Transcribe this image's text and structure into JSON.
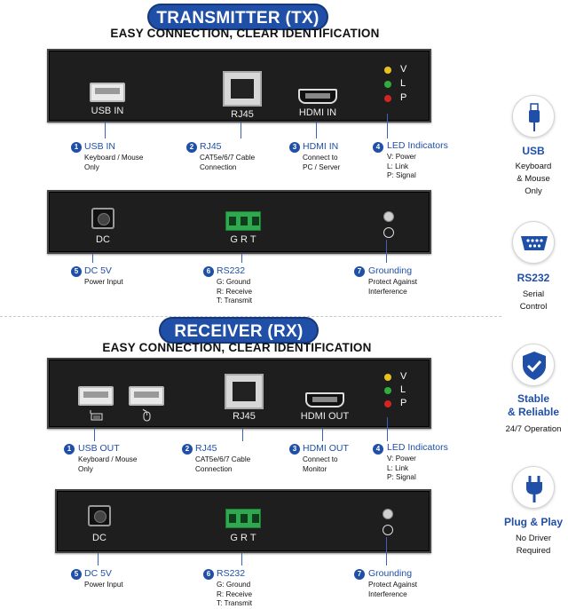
{
  "transmitter": {
    "title": "TRANSMITTER (TX)",
    "subtitle": "EASY CONNECTION, CLEAR IDENTIFICATION",
    "ports_top": {
      "usb_in": "USB IN",
      "rj45": "RJ45",
      "hdmi_in": "HDMI IN"
    },
    "leds": [
      "V",
      "L",
      "P"
    ],
    "ports_bottom": {
      "dc": "DC",
      "rs232": "G R T"
    },
    "callouts_top": [
      {
        "n": "1",
        "title": "USB IN",
        "desc": [
          "Keyboard / Mouse",
          "Only"
        ]
      },
      {
        "n": "2",
        "title": "RJ45",
        "desc": [
          "CAT5e/6/7 Cable",
          "Connection"
        ]
      },
      {
        "n": "3",
        "title": "HDMI IN",
        "desc": [
          "Connect to",
          "PC / Server"
        ]
      },
      {
        "n": "4",
        "title": "LED Indicators",
        "desc": [
          "V: Power",
          "L: Link",
          "P: Signal"
        ]
      }
    ],
    "callouts_bottom": [
      {
        "n": "5",
        "title": "DC 5V",
        "desc": [
          "Power Input"
        ]
      },
      {
        "n": "6",
        "title": "RS232",
        "desc": [
          "G: Ground",
          "R: Receive",
          "T: Transmit"
        ]
      },
      {
        "n": "7",
        "title": "Grounding",
        "desc": [
          "Protect Against",
          "Interference"
        ]
      }
    ]
  },
  "receiver": {
    "title": "RECEIVER (RX)",
    "subtitle": "EASY CONNECTION, CLEAR IDENTIFICATION",
    "ports_top": {
      "usb_keyboard_icon": "keyboard",
      "usb_mouse_icon": "mouse",
      "rj45": "RJ45",
      "hdmi_out": "HDMI OUT"
    },
    "leds": [
      "V",
      "L",
      "P"
    ],
    "ports_bottom": {
      "dc": "DC",
      "rs232": "G R T"
    },
    "callouts_top": [
      {
        "n": "1",
        "title": "USB OUT",
        "desc": [
          "Keyboard / Mouse",
          "Only"
        ]
      },
      {
        "n": "2",
        "title": "RJ45",
        "desc": [
          "CAT5e/6/7 Cable",
          "Connection"
        ]
      },
      {
        "n": "3",
        "title": "HDMI OUT",
        "desc": [
          "Connect to",
          "Monitor"
        ]
      },
      {
        "n": "4",
        "title": "LED Indicators",
        "desc": [
          "V: Power",
          "L: Link",
          "P: Signal"
        ]
      }
    ],
    "callouts_bottom": [
      {
        "n": "5",
        "title": "DC 5V",
        "desc": [
          "Power Input"
        ]
      },
      {
        "n": "6",
        "title": "RS232",
        "desc": [
          "G: Ground",
          "R: Receive",
          "T: Transmit"
        ]
      },
      {
        "n": "7",
        "title": "Grounding",
        "desc": [
          "Protect Against",
          "Interference"
        ]
      }
    ]
  },
  "features": [
    {
      "icon": "usb-icon",
      "title": [
        "USB"
      ],
      "desc": [
        "Keyboard",
        "& Mouse",
        "Only"
      ]
    },
    {
      "icon": "serial-port-icon",
      "title": [
        "RS232"
      ],
      "desc": [
        "Serial",
        "Control"
      ]
    },
    {
      "icon": "shield-check-icon",
      "title": [
        "Stable",
        "& Reliable"
      ],
      "desc": [
        "24/7 Operation"
      ]
    },
    {
      "icon": "plug-icon",
      "title": [
        "Plug & Play"
      ],
      "desc": [
        "No Driver",
        "Required"
      ]
    }
  ],
  "colors": {
    "accent": "#1f4fa6",
    "panel": "#1e1e1e",
    "led_yellow": "#e8c21c",
    "led_green": "#2fae3b",
    "led_red": "#d4241f",
    "terminal": "#2fa84f"
  }
}
